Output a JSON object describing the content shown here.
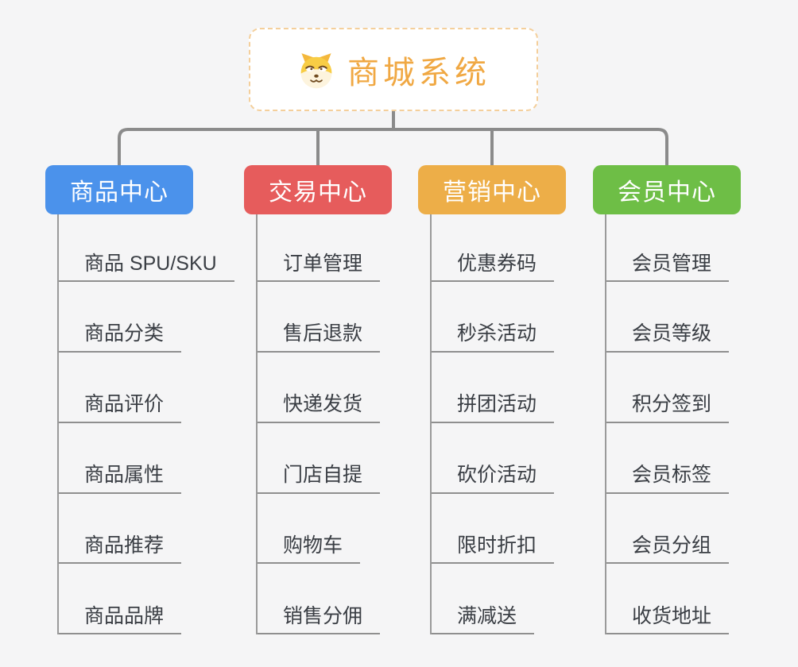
{
  "root": {
    "title": "商城系统",
    "icon": "dog-face-icon",
    "text_color": "#f0a843",
    "border_color": "#f4cf9b"
  },
  "connector_color": "#8b8b8b",
  "background_color": "#f5f5f6",
  "branches": [
    {
      "label": "商品中心",
      "color": "#4b92eb",
      "items": [
        "商品 SPU/SKU",
        "商品分类",
        "商品评价",
        "商品属性",
        "商品推荐",
        "商品品牌"
      ]
    },
    {
      "label": "交易中心",
      "color": "#e65c5c",
      "items": [
        "订单管理",
        "售后退款",
        "快递发货",
        "门店自提",
        "购物车",
        "销售分佣"
      ]
    },
    {
      "label": "营销中心",
      "color": "#edae48",
      "items": [
        "优惠券码",
        "秒杀活动",
        "拼团活动",
        "砍价活动",
        "限时折扣",
        "满减送"
      ]
    },
    {
      "label": "会员中心",
      "color": "#6ebe46",
      "items": [
        "会员管理",
        "会员等级",
        "积分签到",
        "会员标签",
        "会员分组",
        "收货地址"
      ]
    }
  ]
}
